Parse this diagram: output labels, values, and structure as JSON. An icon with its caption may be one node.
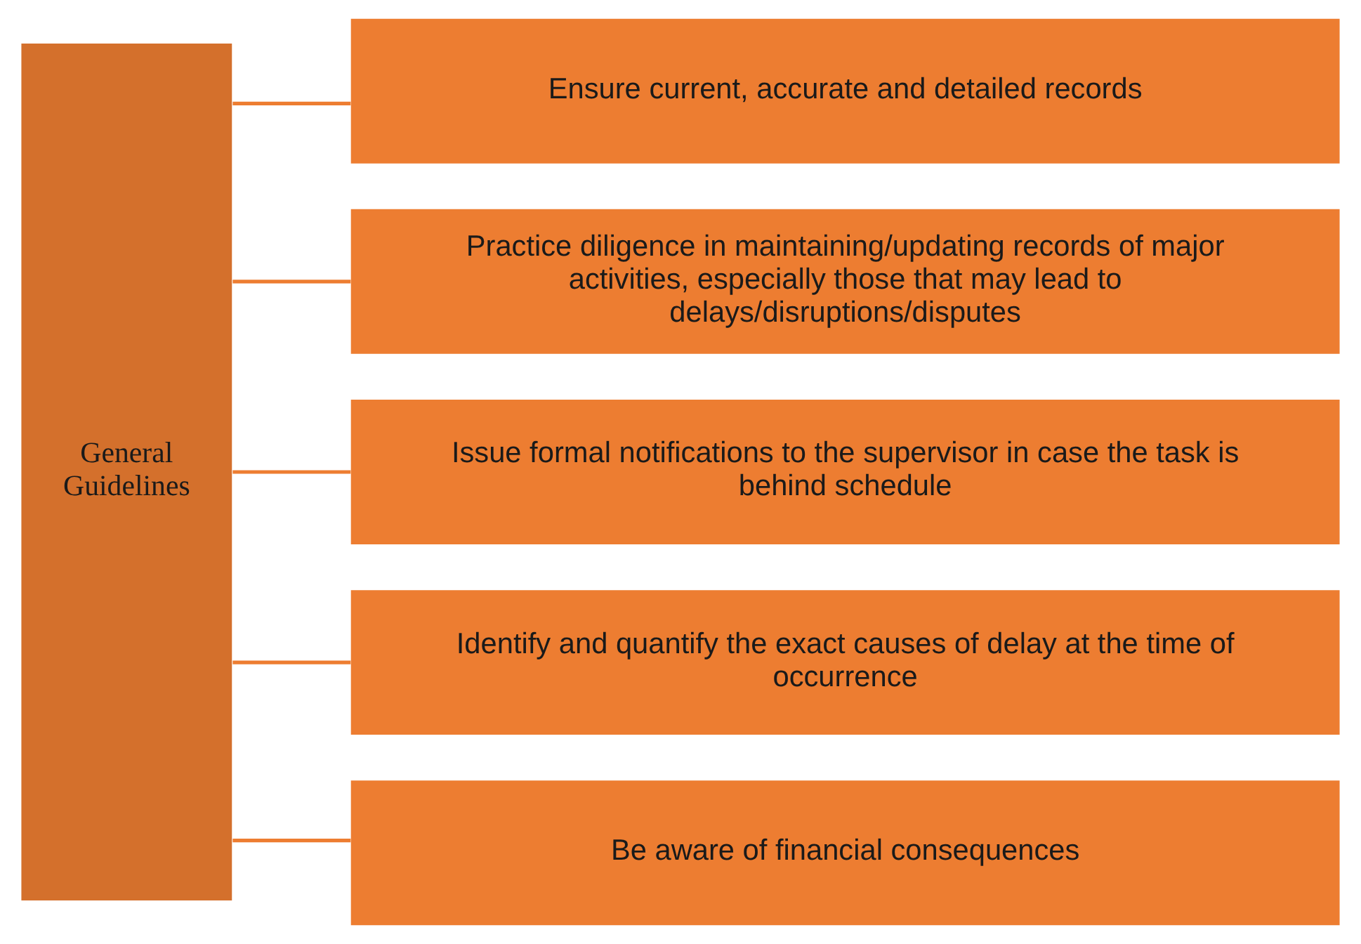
{
  "diagram": {
    "nodes": [
      {
        "text": [
          "General Guidelines"
        ]
      },
      {
        "text": [
          "Ensure current, accurate and detailed records"
        ]
      },
      {
        "text": [
          "Practice diligence in maintaining/updating records of major activities, especially those that may lead to delays/disruptions/disputes"
        ]
      },
      {
        "text": [
          "Issue formal notifications to the supervisor in case the task is behind schedule"
        ]
      },
      {
        "text": [
          "Identify and quantify the exact causes of delay at the time of occurrence"
        ]
      },
      {
        "text": [
          "Be aware of financial consequences"
        ]
      }
    ],
    "edges": [
      {
        "from": 0,
        "to": 1,
        "arrow": "none"
      },
      {
        "from": 0,
        "to": 2,
        "arrow": "none"
      },
      {
        "from": 0,
        "to": 3,
        "arrow": "none"
      },
      {
        "from": 0,
        "to": 4,
        "arrow": "none"
      },
      {
        "from": 0,
        "to": 5,
        "arrow": "none"
      }
    ]
  }
}
